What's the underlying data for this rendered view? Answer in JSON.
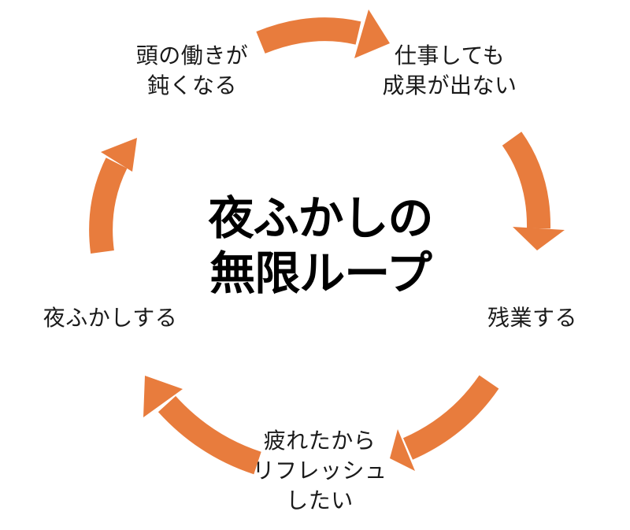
{
  "diagram": {
    "title_lines": [
      "夜ふかしの",
      "無限ループ"
    ],
    "nodes": [
      {
        "id": "brain-gets-dull",
        "position": "top-left",
        "lines": [
          "頭の働きが",
          "鈍くなる"
        ]
      },
      {
        "id": "work-no-results",
        "position": "top-right",
        "lines": [
          "仕事しても",
          "成果が出ない"
        ]
      },
      {
        "id": "work-overtime",
        "position": "right",
        "lines": [
          "残業する"
        ]
      },
      {
        "id": "want-to-refresh",
        "position": "bottom",
        "lines": [
          "疲れたから",
          "リフレッシュ",
          "したい"
        ]
      },
      {
        "id": "stay-up-late",
        "position": "left",
        "lines": [
          "夜ふかしする"
        ]
      }
    ],
    "arrows": [
      {
        "from": "brain-gets-dull",
        "to": "work-no-results"
      },
      {
        "from": "work-no-results",
        "to": "work-overtime"
      },
      {
        "from": "work-overtime",
        "to": "want-to-refresh"
      },
      {
        "from": "want-to-refresh",
        "to": "stay-up-late"
      },
      {
        "from": "stay-up-late",
        "to": "brain-gets-dull"
      }
    ]
  },
  "colors": {
    "arrow": "#E87C3D",
    "text": "#1A1A1A",
    "title": "#000000",
    "background": "#FFFFFF"
  }
}
